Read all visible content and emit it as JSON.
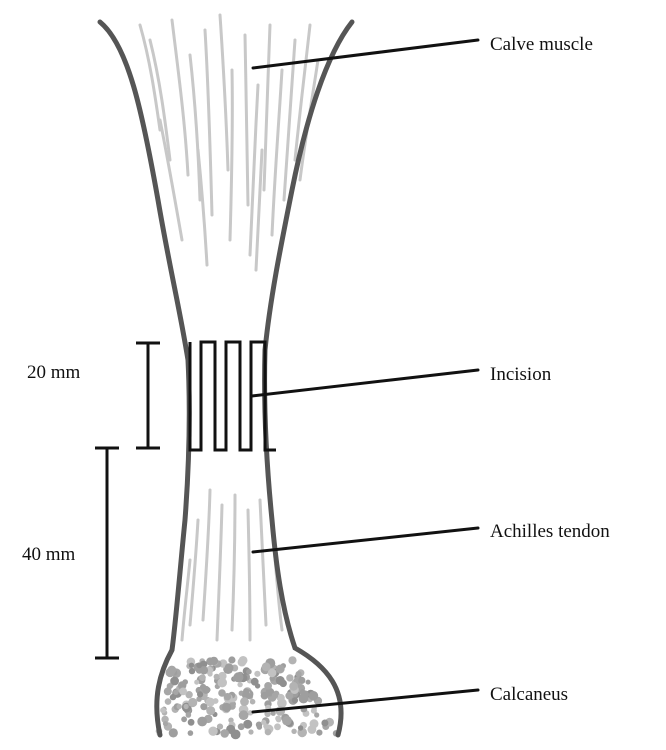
{
  "labels": {
    "calve_muscle": "Calve muscle",
    "incision": "Incision",
    "achilles_tendon": "Achilles tendon",
    "calcaneus": "Calcaneus"
  },
  "dimensions": {
    "incision_length": "20 mm",
    "distance_to_calcaneus": "40 mm"
  },
  "colors": {
    "outline": "#555555",
    "fiber": "#c8c8c8",
    "bone_dot": "#a9a9a9",
    "leader_line": "#111111"
  }
}
